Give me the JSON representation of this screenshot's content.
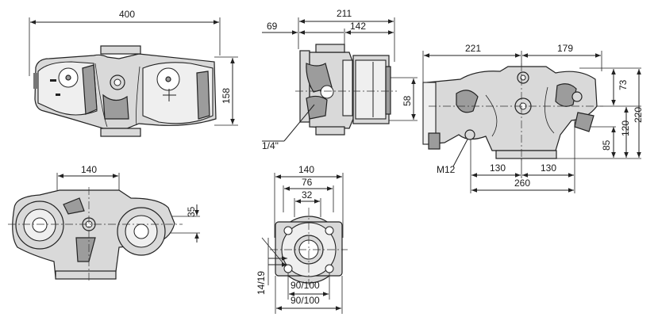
{
  "drawing": {
    "top_view": {
      "overall_width": "400",
      "height": "158"
    },
    "side_view": {
      "overall_width": "211",
      "left_offset": "69",
      "right_part": "142",
      "height": "58",
      "thread": "1/4\""
    },
    "right_view": {
      "left_width": "221",
      "right_width": "179",
      "h1": "73",
      "h2": "220",
      "h3": "120",
      "h4": "85",
      "bolt": "M12",
      "half_left": "130",
      "half_right": "130",
      "total": "260"
    },
    "bottom_view": {
      "width": "140",
      "offset": "35"
    },
    "flange_view": {
      "outer": "140",
      "mid": "76",
      "inner": "32",
      "hole": "14/19",
      "pcd_a": "90/100",
      "pcd_b": "90/100"
    }
  }
}
